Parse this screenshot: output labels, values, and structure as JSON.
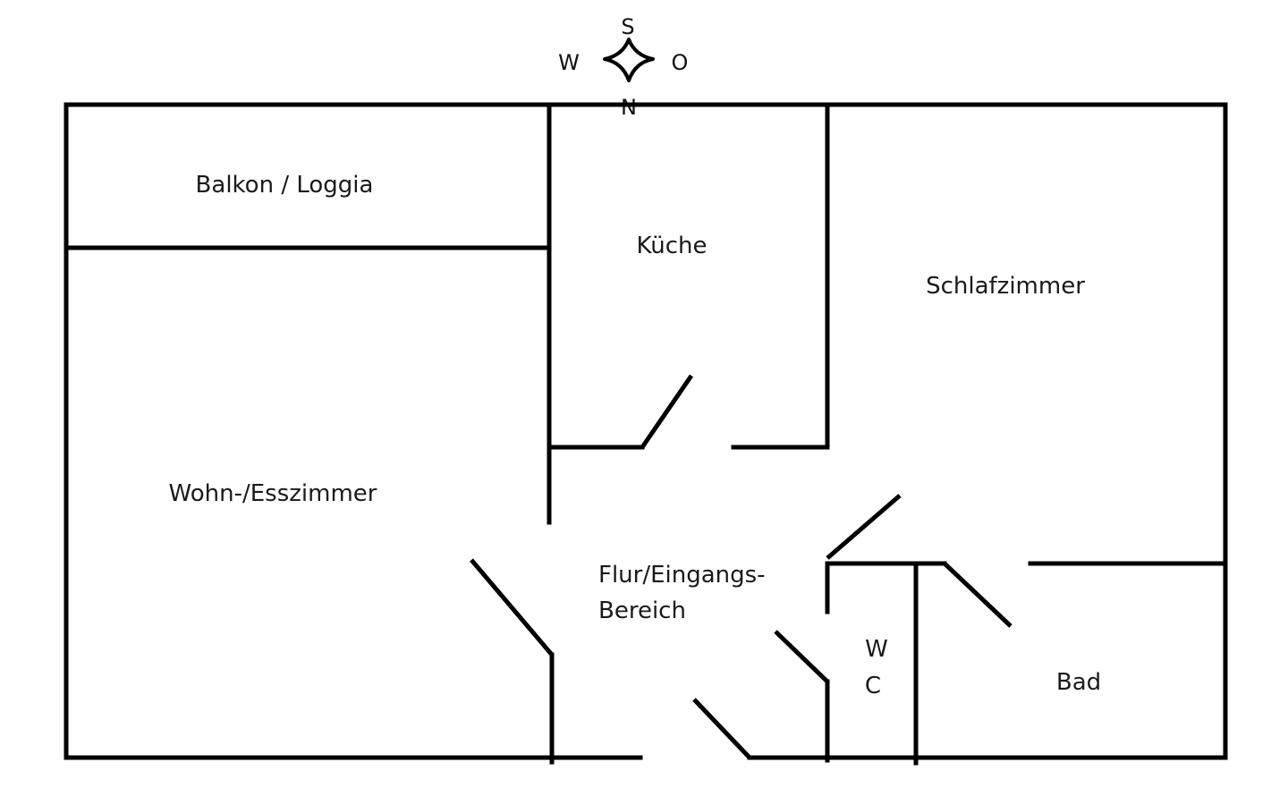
{
  "compass": {
    "south": "S",
    "west": "W",
    "east": "O",
    "north": "N",
    "icon": "compass-star-icon"
  },
  "rooms": {
    "balkon": "Balkon / Loggia",
    "kueche": "Küche",
    "schlafzimmer": "Schlafzimmer",
    "wohnzimmer": "Wohn-/Esszimmer",
    "flur_line1": "Flur/Eingangs-",
    "flur_line2": "Bereich",
    "wc_line1": "W",
    "wc_line2": "C",
    "bad": "Bad"
  },
  "colors": {
    "walls": "#000000",
    "background": "#ffffff"
  }
}
